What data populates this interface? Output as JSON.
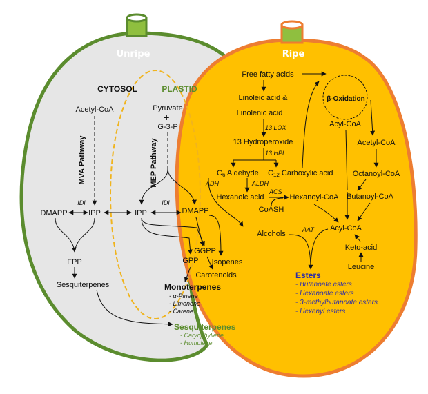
{
  "labels": {
    "unripe": "Unripe",
    "ripe": "Ripe",
    "cytosol": "CYTOSOL",
    "plastid": "PLASTID",
    "acetyl_coa_cyto": "Acetyl-CoA",
    "mva_pathway": "MVA Pathway",
    "pyruvate": "Pyruvate",
    "plus": "+",
    "g3p": "G-3-P",
    "mep_pathway": "MEP Pathway",
    "dmapp_cyto": "DMAPP",
    "idi": "IDI",
    "ipp_cyto": "IPP",
    "ipp_plastid": "IPP",
    "idi_plastid": "IDI",
    "dmapp_plastid": "DMAPP",
    "fpp": "FPP",
    "gpp": "GPP",
    "ggpp": "GGPP",
    "isopenes": "Isopenes",
    "carotenoids": "Carotenoids",
    "sesquiterpenes_cyto": "Sesquiterpenes",
    "free_fatty_acids": "Free fatty acids",
    "linoleic": "Linoleic acid &",
    "linolenic": "Linolenic acid",
    "lox": "13 LOX",
    "hydroperoxide": "13 Hydroperoxide",
    "hpl": "13 HPL",
    "c6_c": "C",
    "c6_sub": "6",
    "c6_rest": " Aldehyde",
    "c12_c": "C",
    "c12_sub": "12",
    "c12_rest": " Carboxylic acid",
    "adh": "ADH",
    "aldh": "ALDH",
    "hexanoic_acid": "Hexanoic acid",
    "acs": "ACS",
    "hexanoyl_coa": "Hexanoyl-CoA",
    "coash": "CoASH",
    "alcohols": "Alcohols",
    "aat": "AAT",
    "acyl_coa_bottom": "Acyl-CoA",
    "beta_ox": "β-Oxidation",
    "acyl_coa_top": "Acyl-CoA",
    "acetyl_coa_ripe": "Acetyl-CoA",
    "octanoyl_coa": "Octanoyl-CoA",
    "butanoyl_coa": "Butanoyl-CoA",
    "keto_acid": "Keto-acid",
    "leucine": "Leucine"
  },
  "monoterpenes": {
    "title": "Monoterpenes",
    "items": [
      "- α-Pinene",
      "- Limonene",
      "- Carene"
    ]
  },
  "sesquiterpenes_products": {
    "title": "Sesquiterpenes",
    "items": [
      "- Caryophyllene",
      "- Humulene"
    ]
  },
  "esters": {
    "title": "Esters",
    "items": [
      "- Butanoate esters",
      "- Hexanoate esters",
      "- 3-methylbutanoate esters",
      "- Hexenyl esters"
    ]
  },
  "colors": {
    "unripe_fill": "#e6e6e6",
    "unripe_border": "#5b8c2e",
    "ripe_fill": "#ffc000",
    "ripe_border": "#ed7d31",
    "plastid_border": "#f0b41e",
    "stem": "#8fbf3f",
    "sesquiterpenes_text": "#5b8c2e",
    "esters_text": "#2b2ba8"
  }
}
